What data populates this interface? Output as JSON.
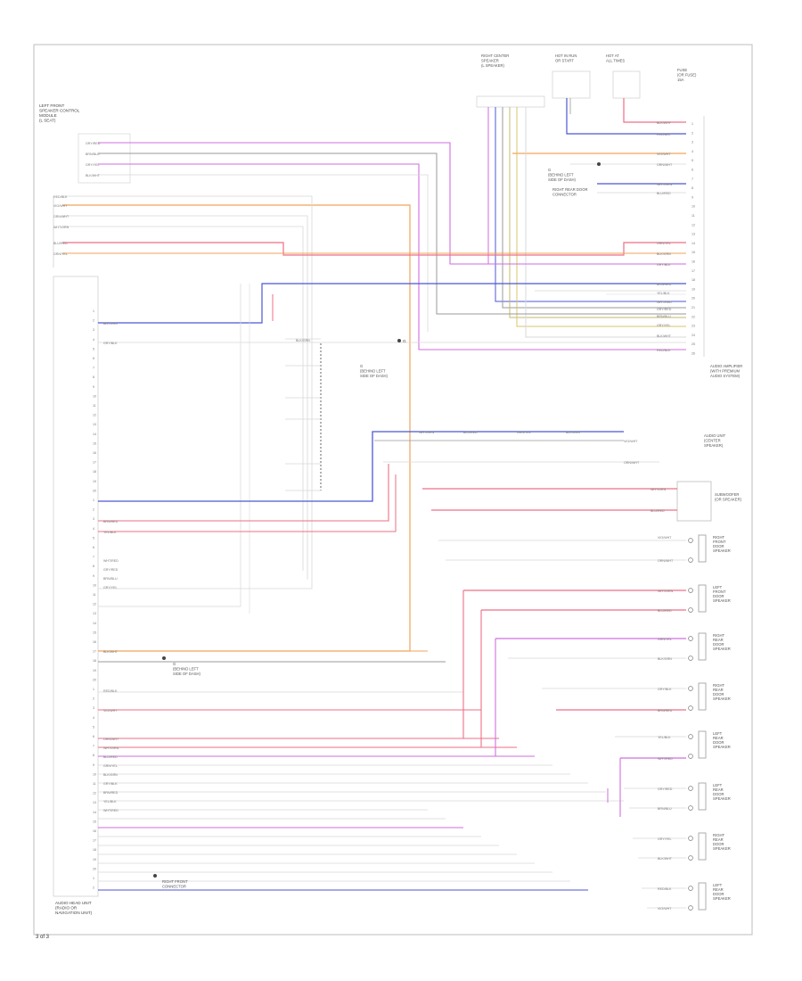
{
  "figure_label": "3 of 3",
  "ground_symbol_label": "G",
  "blocks": {
    "radio_module": [
      "AUDIO HEAD UNIT",
      "(RADIO OR",
      "NAVIGATION UNIT)"
    ],
    "left_module": [
      "LEFT FRONT",
      "SPEAKER CONTROL",
      "MODULE",
      "(L SEAT)"
    ],
    "top_sensor": [
      "RIGHT CENTER",
      "SPEAKER",
      "(L SPEAKER)"
    ],
    "top_hot": [
      "HOT IN RUN",
      "OR START"
    ],
    "top_fuse": [
      "HOT AT",
      "ALL TIMES"
    ],
    "top_fuse2": [
      "FUSE",
      "(OR FUSE)",
      "15A"
    ],
    "right_module": [
      "AUDIO AMPLIFIER",
      "(WITH PREMIUM",
      "AUDIO SYSTEM)"
    ],
    "center_ground": [
      "G",
      "(BEHIND LEFT",
      "SIDE OF DASH)"
    ],
    "right_ground": [
      "G",
      "(BEHIND LEFT",
      "SIDE OF DASH)"
    ],
    "bottom_ground": [
      "G",
      "(BEHIND LEFT",
      "SIDE OF DASH)"
    ],
    "antenna": [
      "AUDIO UNIT",
      "(CENTER",
      "SPEAKER)"
    ],
    "subwoofer": [
      "SUBWOOFER",
      "(OR SPEAKER)"
    ],
    "footer_label": [
      "RIGHT FRONT",
      "CONNECTOR"
    ],
    "bottom_ground2": [
      "RIGHT REAR DOOR",
      "CONNECTOR"
    ]
  },
  "wire_labels": [
    "GRY/RED",
    "BRN/BLU",
    "GRY/YEL",
    "BLK/WHT",
    "RED/BLK",
    "VIO/WHT",
    "ORN/WHT",
    "WHT/GRN",
    "BLU/RED",
    "GRN/YEL",
    "BLK/GRN",
    "GRY/BLK",
    "BRN/RED",
    "YEL/BLK",
    "WHT/RED"
  ],
  "speakers": [
    [
      "RIGHT",
      "FRONT",
      "DOOR",
      "SPEAKER"
    ],
    [
      "LEFT",
      "FRONT",
      "DOOR",
      "SPEAKER"
    ],
    [
      "RIGHT",
      "REAR",
      "DOOR",
      "SPEAKER"
    ],
    [
      "RIGHT",
      "REAR",
      "DOOR",
      "SPEAKER"
    ],
    [
      "LEFT",
      "REAR",
      "DOOR",
      "SPEAKER"
    ],
    [
      "LEFT",
      "REAR",
      "DOOR",
      "SPEAKER"
    ],
    [
      "RIGHT",
      "REAR",
      "DOOR",
      "SPEAKER"
    ],
    [
      "LEFT",
      "REAR",
      "DOOR",
      "SPEAKER"
    ]
  ],
  "colors": {
    "pink": "#ee6f86",
    "magenta": "#d26ee0",
    "blue": "#4b57d4",
    "orange": "#f0a35a",
    "yellow": "#d9c46b",
    "olive": "#c5ba6f",
    "gray": "#9a9a9a",
    "light": "#d8d8d8",
    "dark": "#5a5a5a",
    "frame": "#bdbdbd"
  }
}
